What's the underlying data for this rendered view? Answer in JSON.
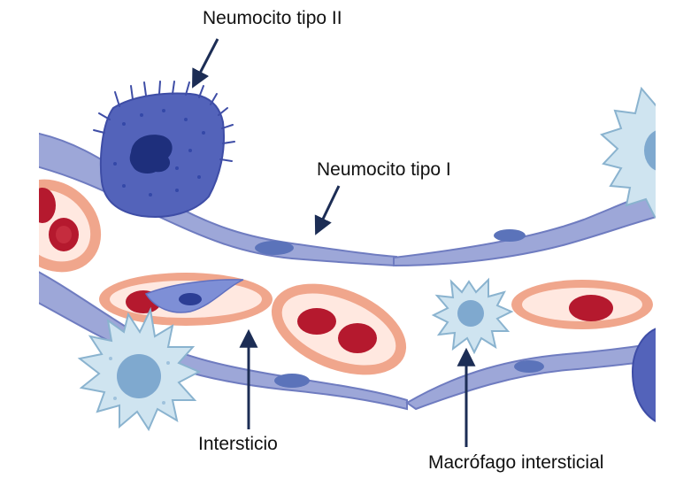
{
  "labels": {
    "type2": "Neumocito tipo II",
    "type1": "Neumocito tipo I",
    "interstitium": "Intersticio",
    "macrophage": "Macrófago intersticial"
  },
  "colors": {
    "type1_cell": "#9da7d8",
    "type1_outline": "#6f7cc0",
    "type1_nucleus": "#5b73ba",
    "type2_cell": "#5363ba",
    "type2_nucleus": "#1e2f7c",
    "macrophage_cell": "#cfe4f0",
    "macrophage_outline": "#8ab3cf",
    "macrophage_nucleus": "#7fa9cf",
    "capillary_outer": "#f0a68c",
    "capillary_inner": "#ffe8e0",
    "red_blood_cell": "#b5192e",
    "arrow": "#1c2d55",
    "background": "#ffffff"
  }
}
